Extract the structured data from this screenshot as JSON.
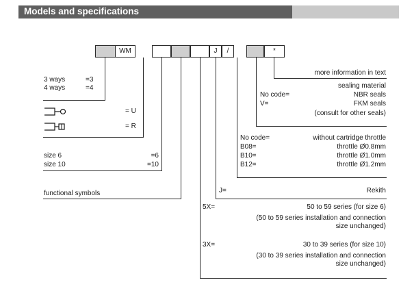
{
  "header": {
    "title": "Models and specifications"
  },
  "code_boxes": [
    "",
    "WM",
    "",
    "",
    "",
    "J",
    "/",
    "",
    "*"
  ],
  "ways": [
    {
      "label": "3 ways",
      "code": "=3"
    },
    {
      "label": "4 ways",
      "code": "=4"
    }
  ],
  "symbol_codes": {
    "u": "= U",
    "r": "= R"
  },
  "sizes": [
    {
      "label": "size 6",
      "code": "=6"
    },
    {
      "label": "size 10",
      "code": "=10"
    }
  ],
  "functional_symbols": "functional symbols",
  "more_info": "more information in text",
  "sealing": {
    "title": "sealing material",
    "rows": [
      {
        "code": "No code=",
        "desc": "NBR seals"
      },
      {
        "code": "V=",
        "desc": "FKM seals"
      }
    ],
    "note": "(consult for other seals)"
  },
  "throttle": {
    "head_code": "No code=",
    "head_desc": "without cartridge throttle",
    "rows": [
      {
        "code": "B08=",
        "desc": "throttle Ø0.8mm"
      },
      {
        "code": "B10=",
        "desc": "throttle Ø1.0mm"
      },
      {
        "code": "B12=",
        "desc": "throttle Ø1.2mm"
      }
    ]
  },
  "rekith": {
    "code": "J=",
    "desc": "Rekith"
  },
  "series": [
    {
      "code": "5X=",
      "desc": "50 to 59 series (for size 6)",
      "note1": "(50 to 59 series installation and connection",
      "note2": "size unchanged)"
    },
    {
      "code": "3X=",
      "desc": "30 to 39 series (for size 10)",
      "note1": "(30 to 39 series installation and connection",
      "note2": "size unchanged)"
    }
  ],
  "colors": {
    "header_dark": "#5f5f5f",
    "header_light": "#c9c9c9",
    "box_gray": "#cfcfcf"
  }
}
